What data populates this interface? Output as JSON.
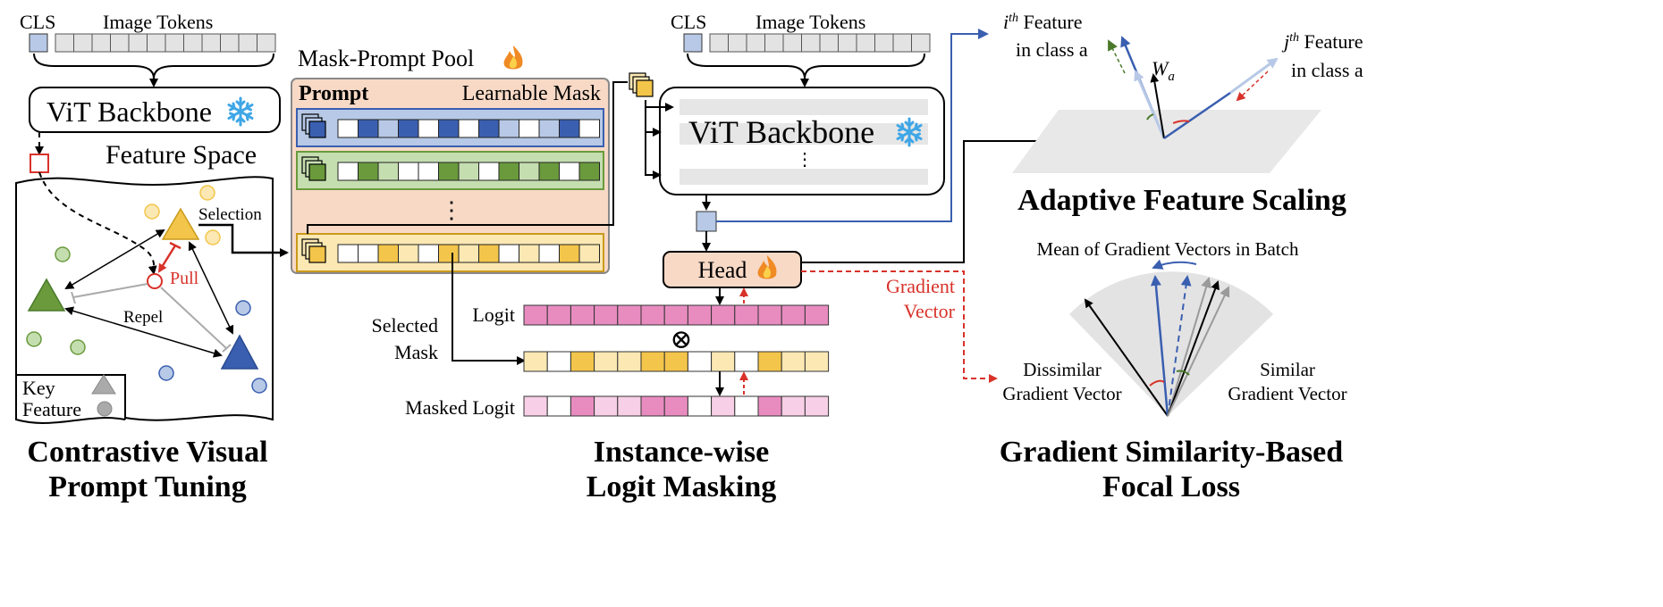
{
  "left": {
    "cls_label": "CLS",
    "image_tokens_label": "Image Tokens",
    "vit_label": "ViT Backbone",
    "feature_space_label": "Feature Space",
    "selection_label": "Selection",
    "pull_label": "Pull",
    "repel_label": "Repel",
    "legend_key_label": "Key",
    "legend_feature_label": "Feature",
    "title_line1": "Contrastive Visual",
    "title_line2": "Prompt Tuning"
  },
  "pool": {
    "title": "Mask-Prompt Pool",
    "prompt_label": "Prompt",
    "mask_label": "Learnable Mask",
    "dots": "⋮"
  },
  "middle": {
    "cls_label": "CLS",
    "image_tokens_label": "Image Tokens",
    "vit_label": "ViT Backbone",
    "vit_dots": "⋮",
    "head_label": "Head",
    "gradient_label_line1": "Gradient",
    "gradient_label_line2": "Vector",
    "logit_label": "Logit",
    "selected_mask_line1": "Selected",
    "selected_mask_line2": "Mask",
    "masked_logit_label": "Masked Logit",
    "otimes": "⊗",
    "title_line1": "Instance-wise",
    "title_line2": "Logit Masking"
  },
  "right_top": {
    "i_feature_line1": "i",
    "i_feature_sup": "th",
    "i_feature_line1_rest": " Feature",
    "i_feature_line2": "in class a",
    "j_feature_line1": "j",
    "j_feature_sup": "th",
    "j_feature_line1_rest": " Feature",
    "j_feature_line2": "in class a",
    "w_label": "W",
    "w_sub": "a",
    "title": "Adaptive Feature Scaling"
  },
  "right_bottom": {
    "mean_label": "Mean of Gradient Vectors in Batch",
    "dissimilar_line1": "Dissimilar",
    "dissimilar_line2": "Gradient Vector",
    "similar_line1": "Similar",
    "similar_line2": "Gradient Vector",
    "title_line1": "Gradient Similarity-Based",
    "title_line2": "Focal Loss"
  },
  "colors": {
    "blue_dark": "#3a5fb0",
    "blue_light": "#b7c9e6",
    "green_dark": "#6a9a3c",
    "green_light": "#c5deb0",
    "yellow_dark": "#f3c54a",
    "yellow_light": "#fbe8b3",
    "pink_dark": "#e88cc0",
    "pink_light": "#f7cfe6",
    "pool_bg": "#f7d9c6",
    "red": "#d8322a",
    "flame": "#f08a24",
    "snow": "#3fa6e6"
  }
}
